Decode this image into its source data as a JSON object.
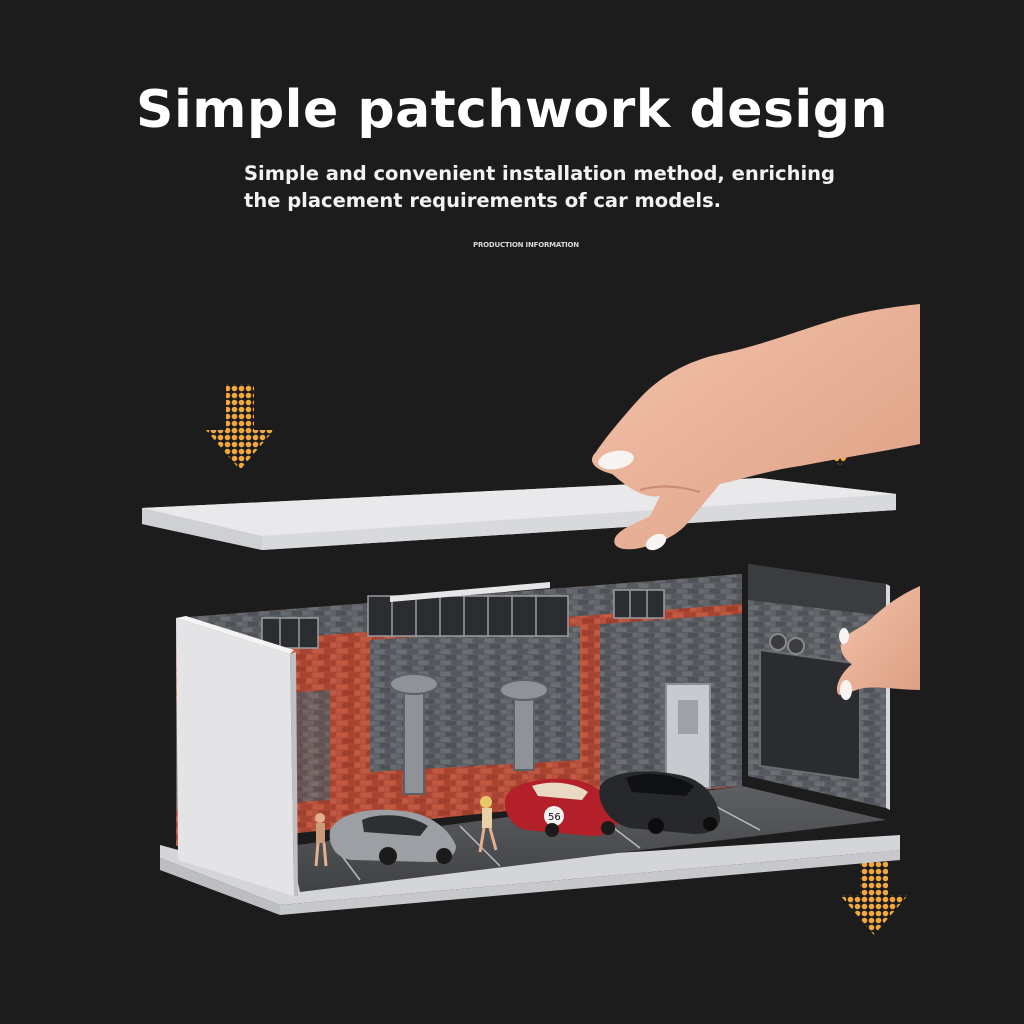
{
  "headline": "Simple patchwork design",
  "subtext": {
    "line1": "Simple and convenient installation method, enriching",
    "line2": "the placement requirements of car models."
  },
  "caption": "PRODUCTION INFORMATION",
  "colors": {
    "background": "#1c1c1c",
    "arrow": "#f2a83a",
    "brick": "#b9503a",
    "panel": "#e4e4e6"
  },
  "icons": {
    "arrows": [
      "down-arrow-icon",
      "down-arrow-icon",
      "down-arrow-icon"
    ]
  }
}
